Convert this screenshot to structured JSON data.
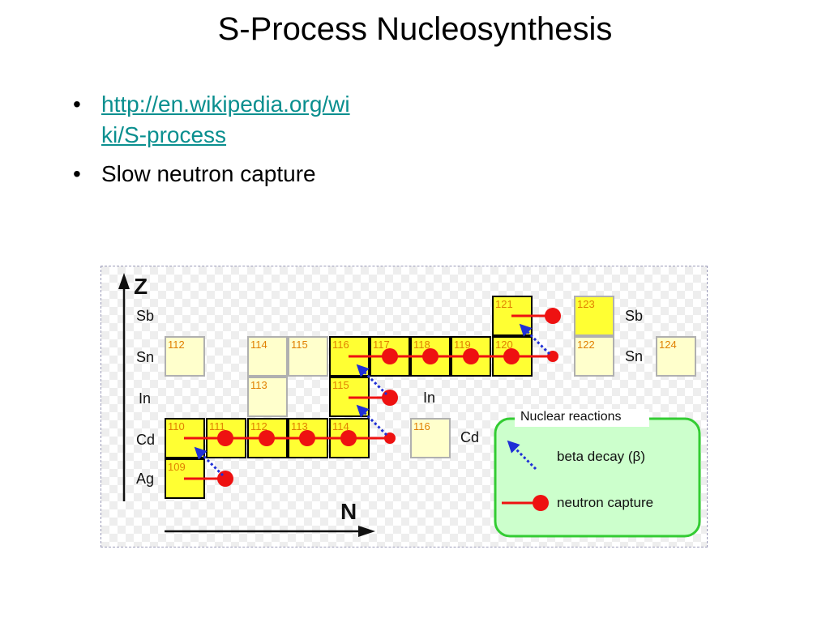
{
  "slide": {
    "title": "S-Process Nucleosynthesis",
    "bullets": {
      "link_part1": "http://en.wikipedia.org/wi",
      "link_part2": "ki/S-process",
      "text2": "Slow neutron capture",
      "bullet_glyph": "•"
    }
  },
  "diagram": {
    "axis_labels": {
      "z": "Z",
      "n": "N"
    },
    "row_labels": [
      "Sb",
      "Sn",
      "In",
      "Cd",
      "Ag"
    ],
    "cells": [
      {
        "label": "121",
        "style": "s-process"
      },
      {
        "label": "123",
        "style": "stable"
      },
      {
        "label": "112",
        "style": "stable"
      },
      {
        "label": "114",
        "style": "stable"
      },
      {
        "label": "115",
        "style": "stable"
      },
      {
        "label": "116",
        "style": "s-process"
      },
      {
        "label": "117",
        "style": "s-process"
      },
      {
        "label": "118",
        "style": "s-process"
      },
      {
        "label": "119",
        "style": "s-process"
      },
      {
        "label": "120",
        "style": "s-process"
      },
      {
        "label": "122",
        "style": "stable"
      },
      {
        "label": "124",
        "style": "stable"
      },
      {
        "label": "113",
        "style": "stable"
      },
      {
        "label": "115",
        "style": "s-process"
      },
      {
        "label": "110",
        "style": "s-process"
      },
      {
        "label": "111",
        "style": "s-process"
      },
      {
        "label": "112",
        "style": "s-process"
      },
      {
        "label": "113",
        "style": "s-process"
      },
      {
        "label": "114",
        "style": "s-process"
      },
      {
        "label": "116",
        "style": "stable"
      },
      {
        "label": "109",
        "style": "s-process"
      }
    ],
    "side_labels": [
      "Sb",
      "Sn",
      "In",
      "Cd"
    ],
    "legend": {
      "title": "Nuclear reactions",
      "beta_decay": "beta decay (β)",
      "neutron_capture": "neutron capture"
    },
    "colors": {
      "s_process_fill": "#ffff33",
      "stable_fill": "#ffffcc",
      "stable_border": "#b0b0b0",
      "s_process_border": "#000000",
      "capture_red": "#ee1111",
      "beta_blue": "#1f2fd6",
      "legend_border": "#33cc33",
      "legend_fill": "#ccffcc",
      "isotope_label": "#e08000"
    }
  }
}
